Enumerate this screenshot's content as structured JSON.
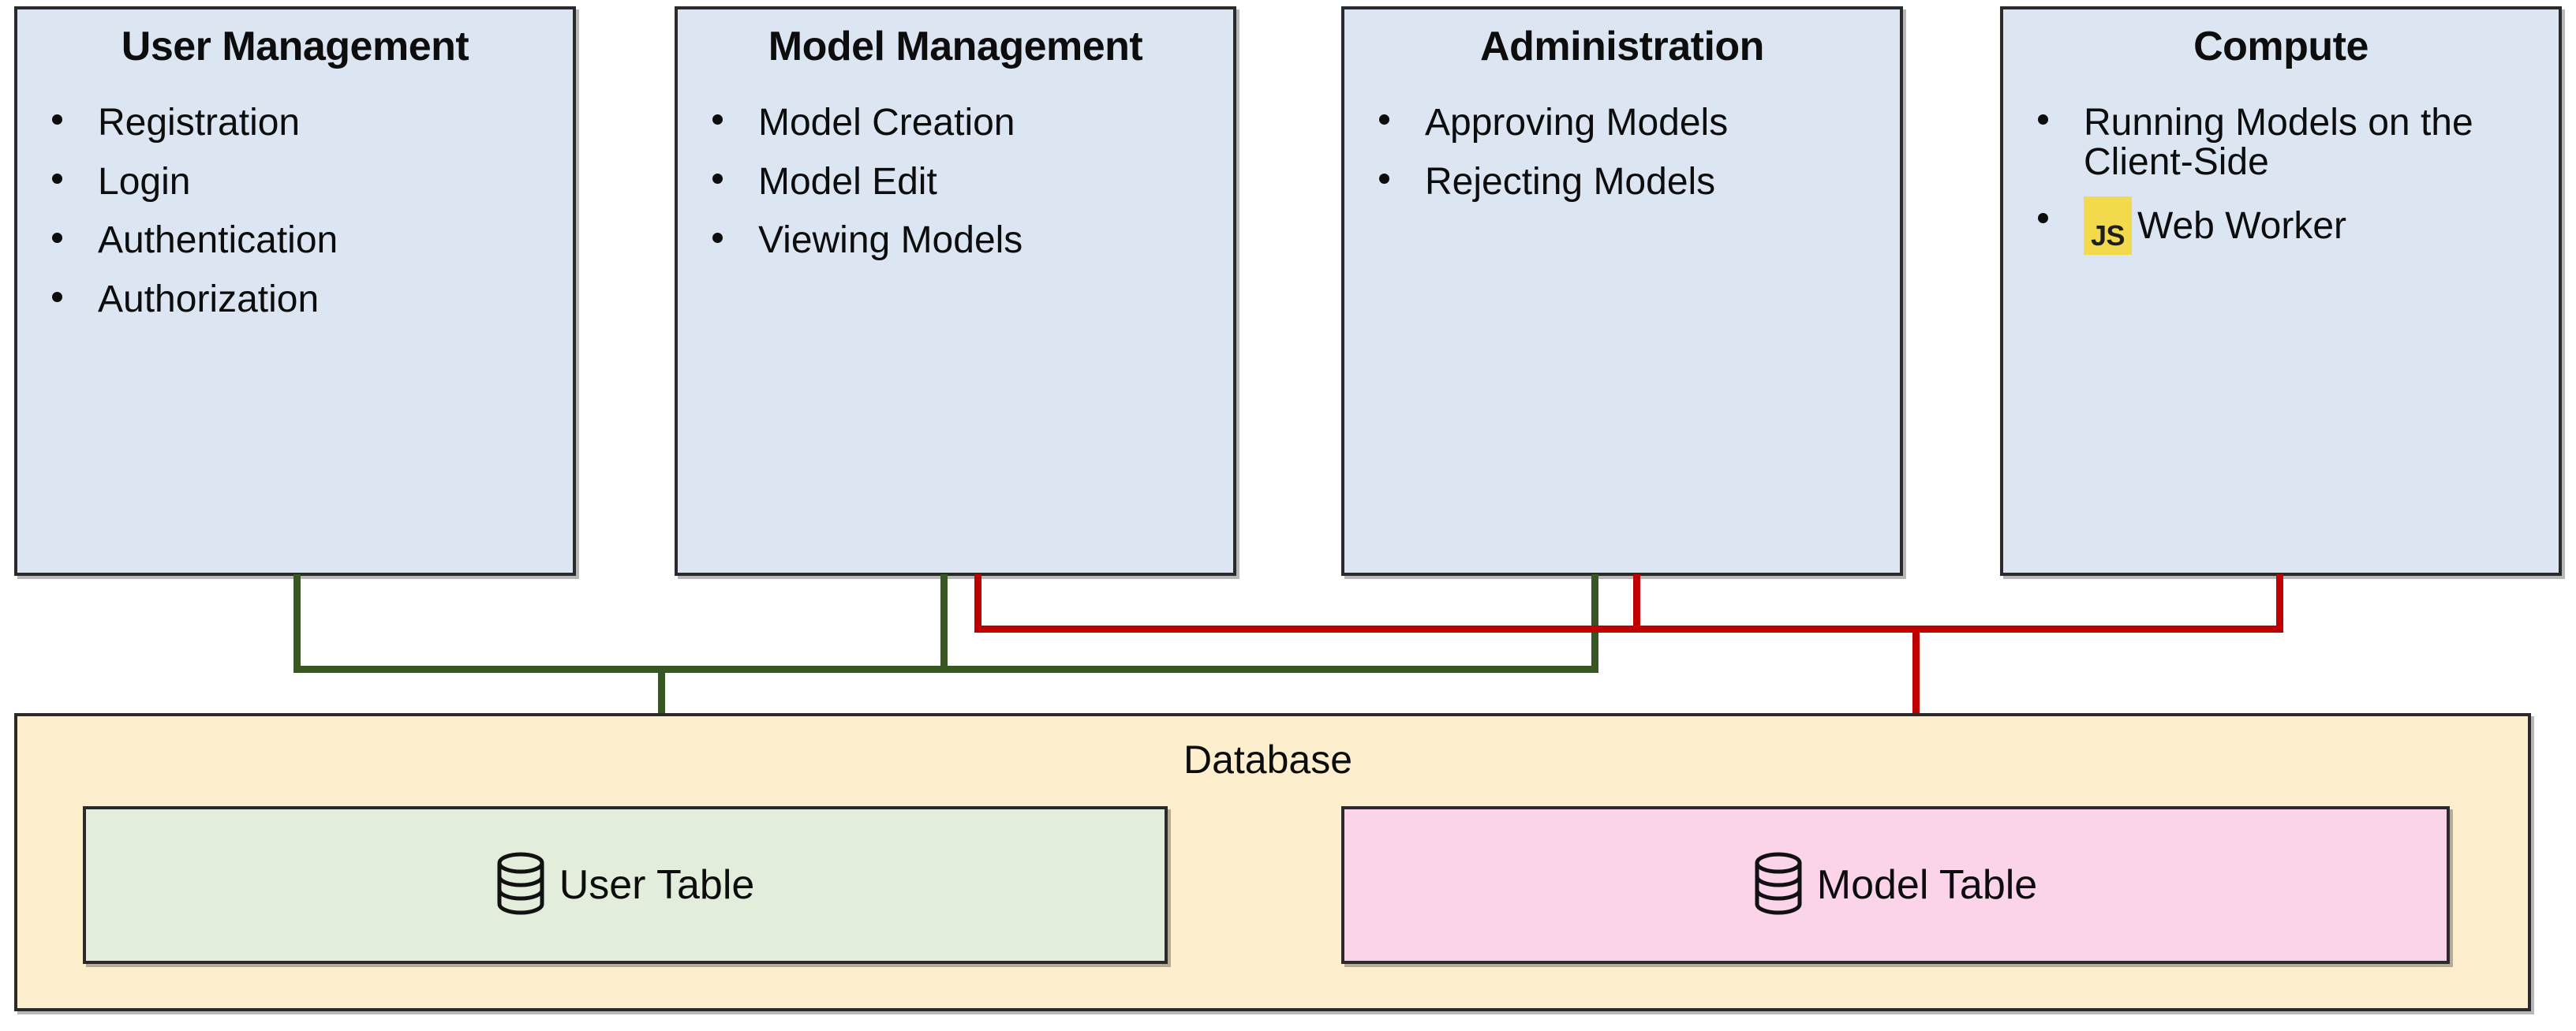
{
  "diagram": {
    "modules": [
      {
        "title": "User Management",
        "items": [
          {
            "text": "Registration",
            "badge": null
          },
          {
            "text": "Login",
            "badge": null
          },
          {
            "text": "Authentication",
            "badge": null
          },
          {
            "text": "Authorization",
            "badge": null
          }
        ]
      },
      {
        "title": "Model Management",
        "items": [
          {
            "text": "Model Creation",
            "badge": null
          },
          {
            "text": "Model Edit",
            "badge": null
          },
          {
            "text": "Viewing Models",
            "badge": null
          }
        ]
      },
      {
        "title": "Administration",
        "items": [
          {
            "text": "Approving Models",
            "badge": null
          },
          {
            "text": "Rejecting Models",
            "badge": null
          }
        ]
      },
      {
        "title": "Compute",
        "items": [
          {
            "text": "Running Models on the Client-Side",
            "badge": null
          },
          {
            "text": "Web Worker",
            "badge": "JS"
          }
        ]
      }
    ],
    "database": {
      "label": "Database",
      "tables": [
        {
          "name": "User Table",
          "icon": "database-cylinder-icon",
          "color": "#e2eedb"
        },
        {
          "name": "Model Table",
          "icon": "database-cylinder-icon",
          "color": "#fbd4ea"
        }
      ]
    },
    "connectors": [
      {
        "from": "User Management",
        "to": "User Table",
        "color": "#375623"
      },
      {
        "from": "Model Management",
        "to": "User Table",
        "color": "#375623"
      },
      {
        "from": "Administration",
        "to": "User Table",
        "color": "#375623"
      },
      {
        "from": "Model Management",
        "to": "Model Table",
        "color": "#c00000"
      },
      {
        "from": "Administration",
        "to": "Model Table",
        "color": "#c00000"
      },
      {
        "from": "Compute",
        "to": "Model Table",
        "color": "#c00000"
      }
    ],
    "colors": {
      "card_fill": "#dce6f2",
      "card_border": "#2a2a2a",
      "database_fill": "#fdeecd",
      "user_table_fill": "#e2eedb",
      "model_table_fill": "#fbd4ea",
      "green_connector": "#375623",
      "red_connector": "#c00000",
      "js_badge": "#f2da4c"
    }
  }
}
